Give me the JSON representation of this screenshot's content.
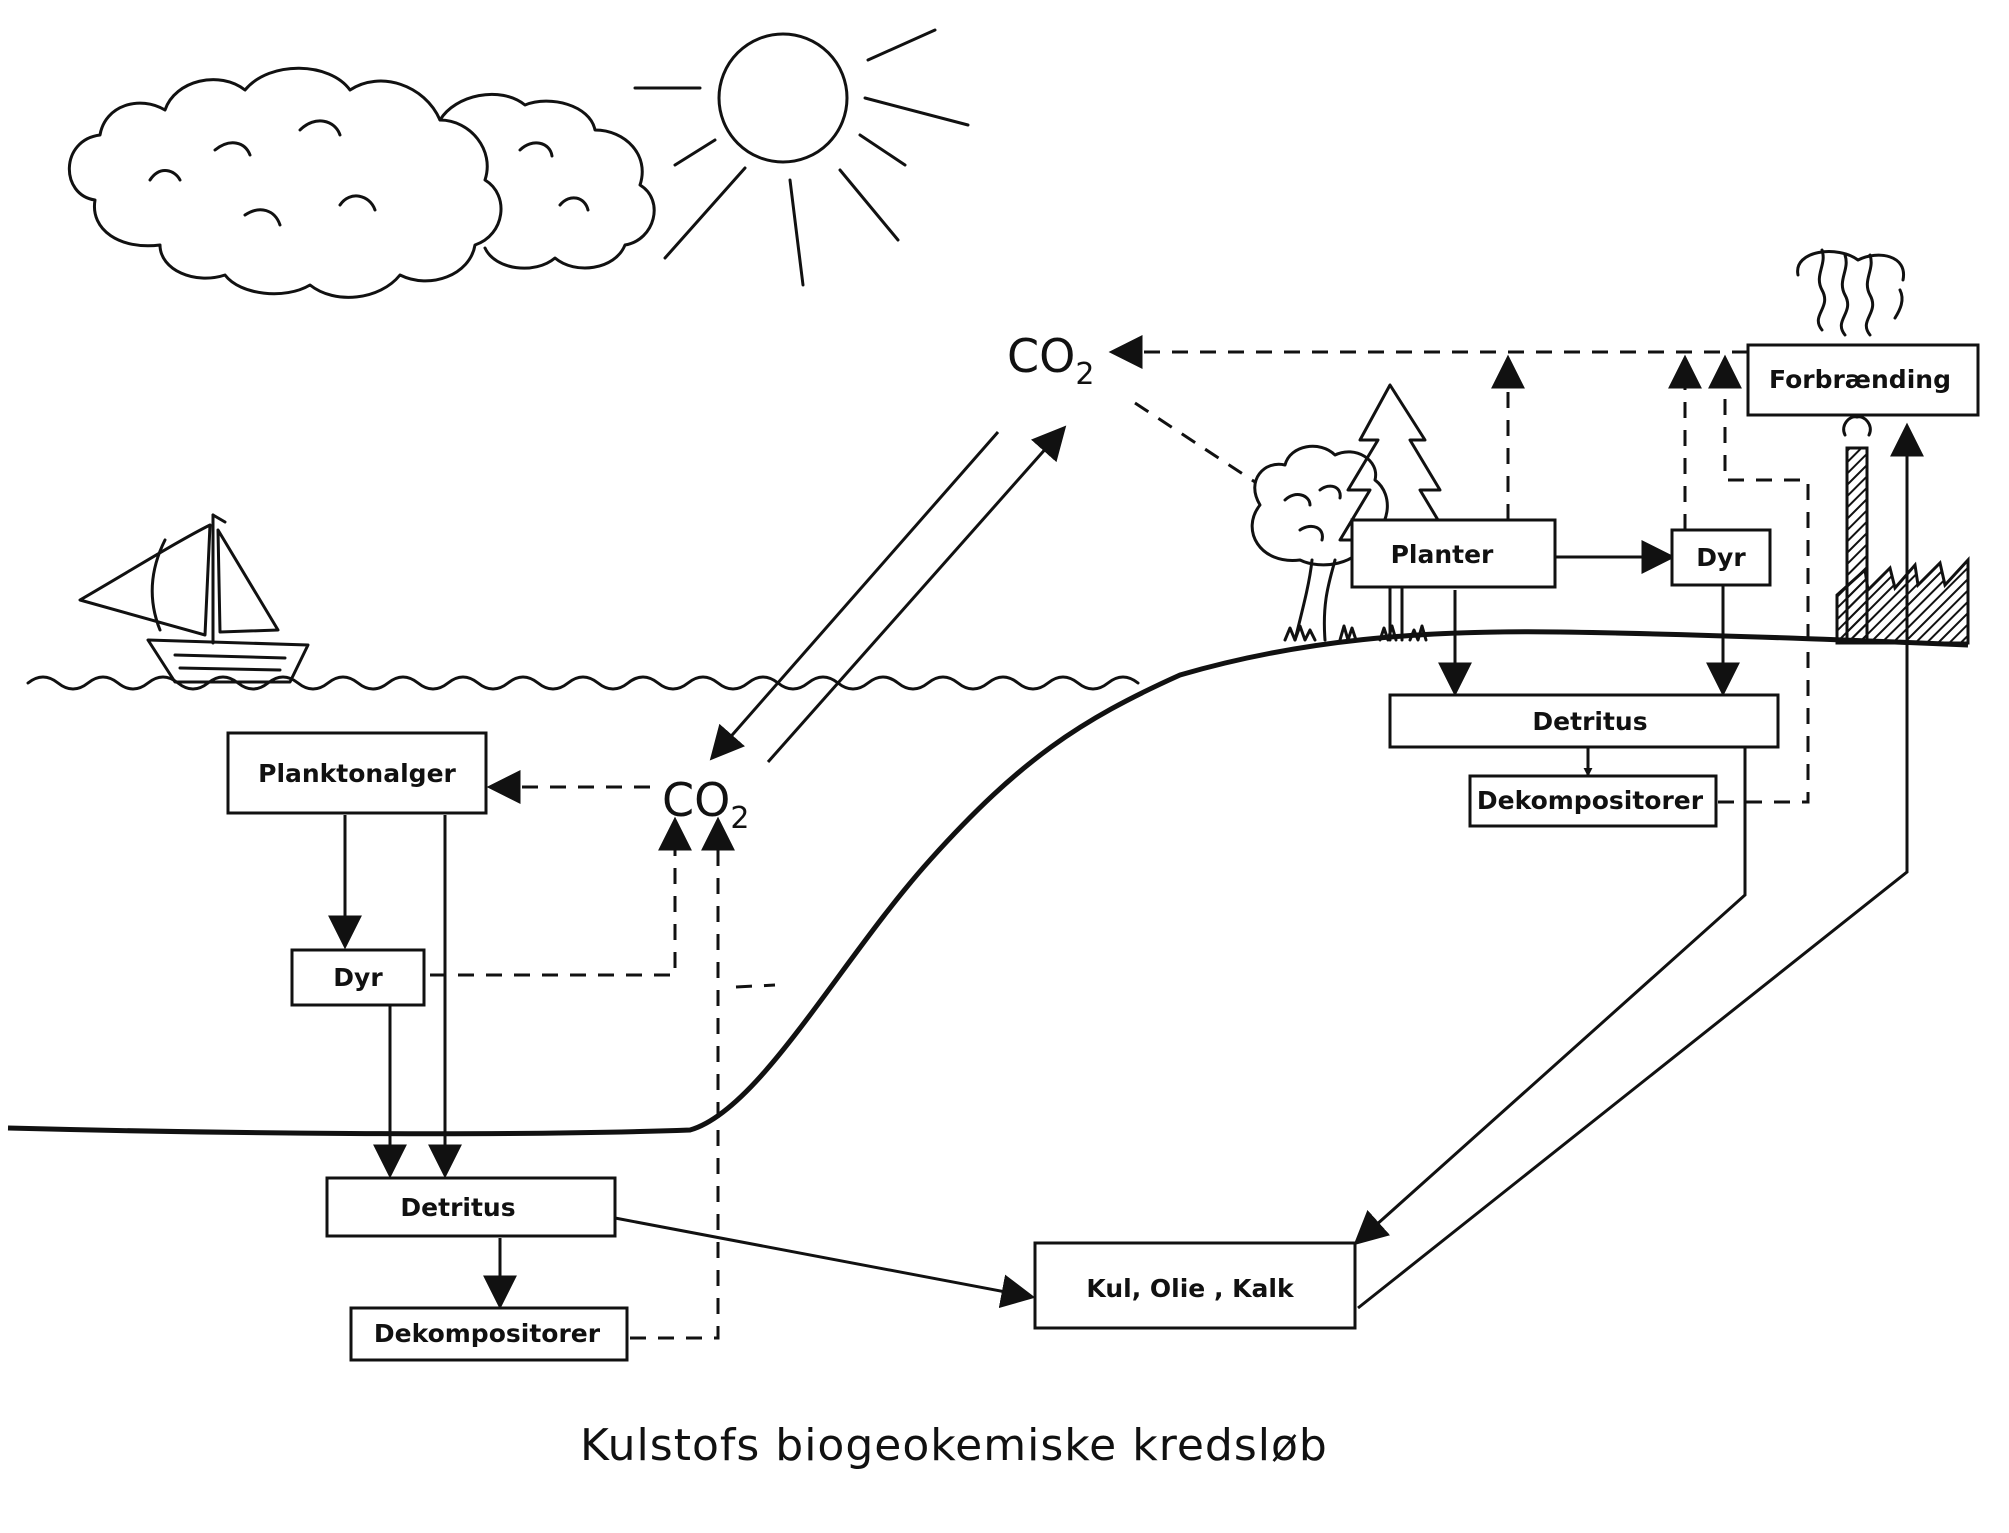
{
  "title": "Kulstofs biogeokemiske kredsløb",
  "co2": {
    "base": "CO",
    "sub": "2"
  },
  "ocean": {
    "plankton": "Planktonalger",
    "animals": "Dyr",
    "detritus": "Detritus",
    "decomposers": "Dekompositorer"
  },
  "land": {
    "plants": "Planter",
    "animals": "Dyr",
    "detritus": "Detritus",
    "decomposers": "Dekompositorer",
    "combustion": "Forbrænding"
  },
  "fossil": "Kul, Olie , Kalk",
  "icons": [
    "sun-icon",
    "cloud-icon",
    "sailboat-icon",
    "tree-icon",
    "pine-tree-icon",
    "factory-icon",
    "smoke-icon"
  ]
}
